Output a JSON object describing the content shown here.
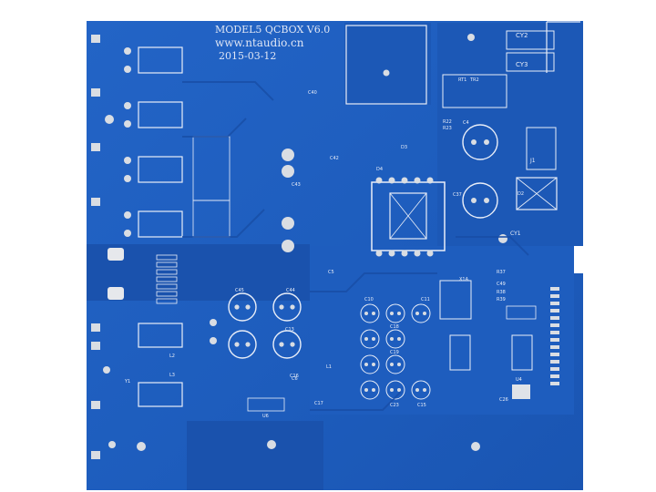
{
  "board": {
    "title": "MODEL5 QCBOX V6.0",
    "url": "www.ntaudio.cn",
    "date": "2015-03-12",
    "colors": {
      "solder_mask": "#1f5fc0",
      "solder_mask_dark": "#17479a",
      "pad": "#d9dde3",
      "silkscreen": "#e9eef8",
      "background": "#ffffff"
    }
  },
  "labels": {
    "cy1": "CY1",
    "cy2": "CY2",
    "cy3": "CY3",
    "c4": "C4",
    "c5": "C5",
    "c6": "C6",
    "c10": "C10",
    "c11": "C11",
    "c13": "C13",
    "c15": "C15",
    "c16": "C16",
    "c17": "C17",
    "c18": "C18",
    "c19": "C19",
    "c23": "C23",
    "c26": "C26",
    "c37": "C37",
    "c40": "C40",
    "c42": "C42",
    "c43": "C43",
    "c44": "C44",
    "c45": "C45",
    "c49": "C49",
    "r22": "R22",
    "r23": "R23",
    "r37": "R37",
    "r38": "R38",
    "r39": "R39",
    "rt1": "RT1",
    "tr2": "TR2",
    "j1": "J1",
    "d2": "D2",
    "d3": "D3",
    "d4": "D4",
    "x1a": "X1A",
    "u4": "U4",
    "u6": "U6",
    "l1": "L1",
    "l2": "L2",
    "l3": "L3",
    "y1": "Y1"
  }
}
